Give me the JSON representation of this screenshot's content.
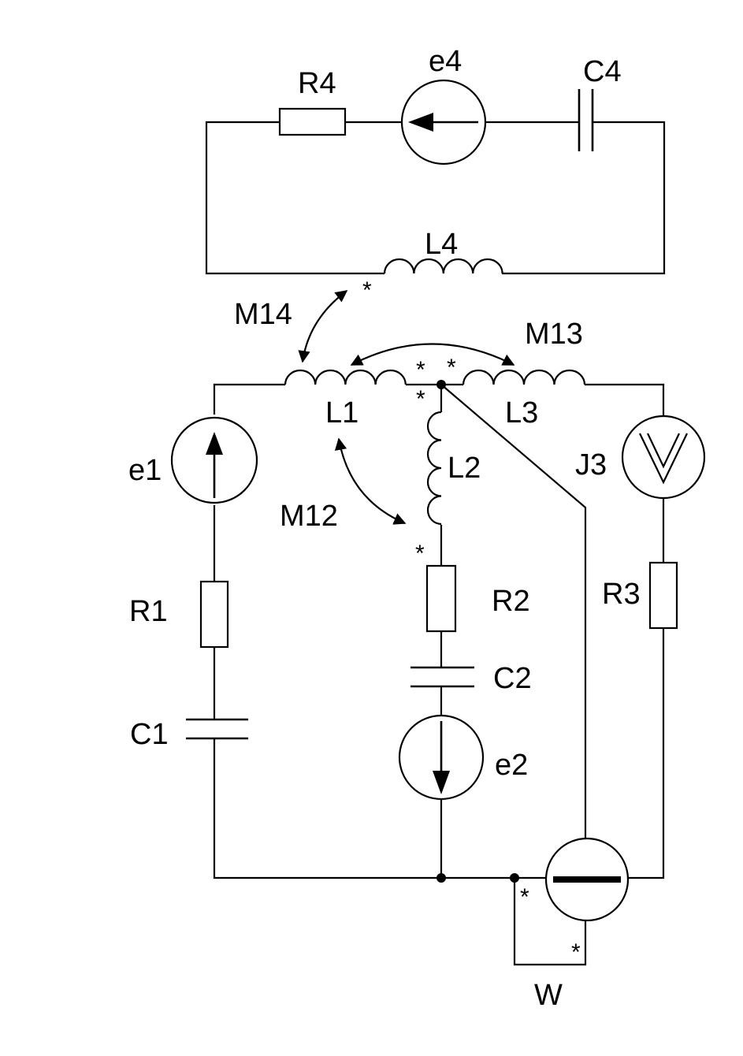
{
  "diagram": {
    "type": "electrical-circuit",
    "components": {
      "R4": "R4",
      "e4": "e4",
      "C4": "C4",
      "L4": "L4",
      "M14": "M14",
      "M13": "M13",
      "L1": "L1",
      "L3": "L3",
      "L2": "L2",
      "M12": "M12",
      "e1": "e1",
      "R1": "R1",
      "C1": "C1",
      "R2": "R2",
      "C2": "C2",
      "e2": "e2",
      "J3": "J3",
      "R3": "R3",
      "W": "W"
    },
    "dot_marker": "*"
  }
}
